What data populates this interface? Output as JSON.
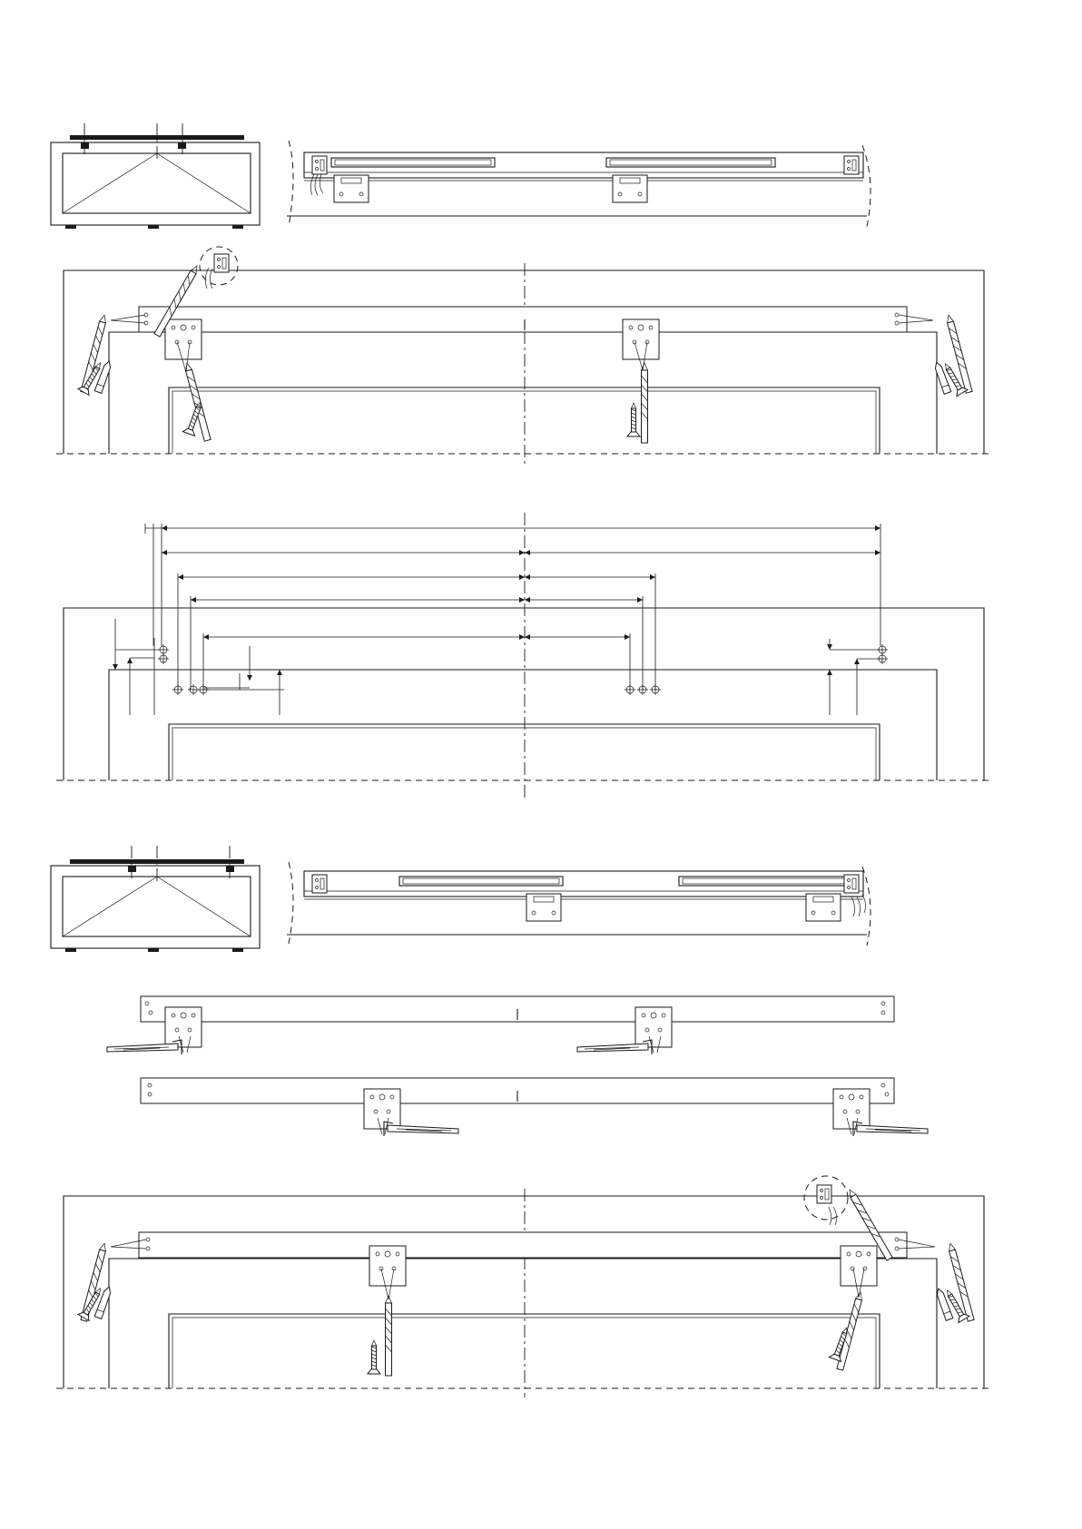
{
  "document": {
    "type": "installation-drawing",
    "sections": [
      "overview-top-left",
      "mounting-top-left",
      "drilling-dimensions",
      "overview-top-right",
      "arm-brackets",
      "mounting-top-right"
    ]
  },
  "colors": {
    "ink": "#1a1a1a",
    "paper": "#ffffff"
  },
  "icons": [
    "drill-bit-icon",
    "screw-icon",
    "wall-plug-icon",
    "cable-icon",
    "allen-key-icon",
    "hole-marker-icon"
  ]
}
